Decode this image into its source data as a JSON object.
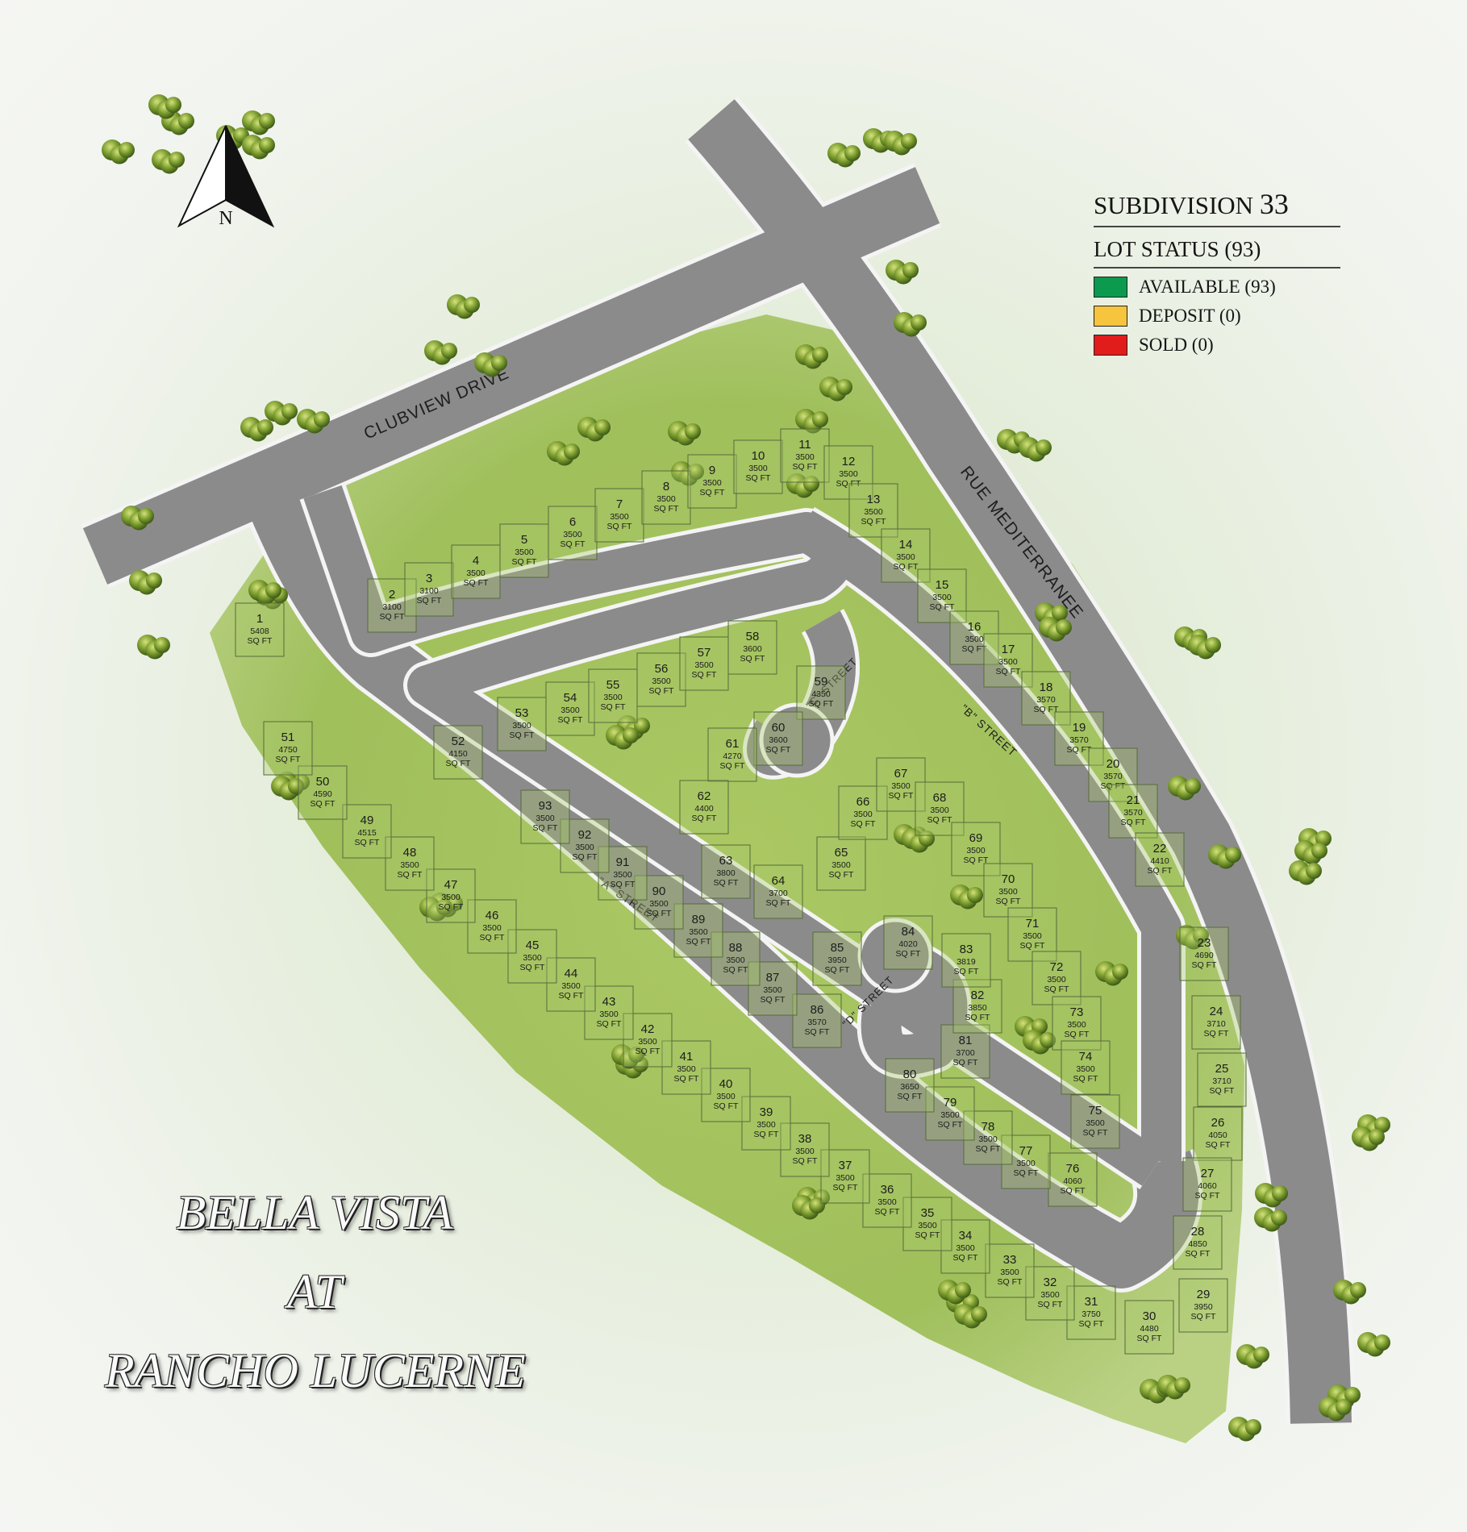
{
  "legend": {
    "subdivision_label": "SUBDIVISION",
    "subdivision_number": "33",
    "lot_status_label": "LOT STATUS",
    "lot_status_count": "(93)",
    "items": [
      {
        "label": "AVAILABLE (93)",
        "color": "#0c9a4e"
      },
      {
        "label": "DEPOSIT (0)",
        "color": "#f7c43d"
      },
      {
        "label": "SOLD (0)",
        "color": "#e21b1b"
      }
    ]
  },
  "project_name": {
    "line1": "BELLA VISTA",
    "line2": "AT",
    "line3": "RANCHO LUCERNE"
  },
  "compass": {
    "label": "N"
  },
  "streets": {
    "clubview": "CLUBVIEW DRIVE",
    "rue": "RUE MEDITERRANEE",
    "a": "\"A\" STREET",
    "b": "\"B\" STREET",
    "c": "\"C\" STREET",
    "d": "\"D\" STREET"
  },
  "area_unit": "SQ FT",
  "lots": [
    {
      "n": "1",
      "a": "5408"
    },
    {
      "n": "2",
      "a": "3100"
    },
    {
      "n": "3",
      "a": "3100"
    },
    {
      "n": "4",
      "a": "3500"
    },
    {
      "n": "5",
      "a": "3500"
    },
    {
      "n": "6",
      "a": "3500"
    },
    {
      "n": "7",
      "a": "3500"
    },
    {
      "n": "8",
      "a": "3500"
    },
    {
      "n": "9",
      "a": "3500"
    },
    {
      "n": "10",
      "a": "3500"
    },
    {
      "n": "11",
      "a": "3500"
    },
    {
      "n": "12",
      "a": "3500"
    },
    {
      "n": "13",
      "a": "3500"
    },
    {
      "n": "14",
      "a": "3500"
    },
    {
      "n": "15",
      "a": "3500"
    },
    {
      "n": "16",
      "a": "3500"
    },
    {
      "n": "17",
      "a": "3500"
    },
    {
      "n": "18",
      "a": "3570"
    },
    {
      "n": "19",
      "a": "3570"
    },
    {
      "n": "20",
      "a": "3570"
    },
    {
      "n": "21",
      "a": "3570"
    },
    {
      "n": "22",
      "a": "4410"
    },
    {
      "n": "23",
      "a": "4690"
    },
    {
      "n": "24",
      "a": "3710"
    },
    {
      "n": "25",
      "a": "3710"
    },
    {
      "n": "26",
      "a": "4050"
    },
    {
      "n": "27",
      "a": "4060"
    },
    {
      "n": "28",
      "a": "4850"
    },
    {
      "n": "29",
      "a": "3950"
    },
    {
      "n": "30",
      "a": "4480"
    },
    {
      "n": "31",
      "a": "3750"
    },
    {
      "n": "32",
      "a": "3500"
    },
    {
      "n": "33",
      "a": "3500"
    },
    {
      "n": "34",
      "a": "3500"
    },
    {
      "n": "35",
      "a": "3500"
    },
    {
      "n": "36",
      "a": "3500"
    },
    {
      "n": "37",
      "a": "3500"
    },
    {
      "n": "38",
      "a": "3500"
    },
    {
      "n": "39",
      "a": "3500"
    },
    {
      "n": "40",
      "a": "3500"
    },
    {
      "n": "41",
      "a": "3500"
    },
    {
      "n": "42",
      "a": "3500"
    },
    {
      "n": "43",
      "a": "3500"
    },
    {
      "n": "44",
      "a": "3500"
    },
    {
      "n": "45",
      "a": "3500"
    },
    {
      "n": "46",
      "a": "3500"
    },
    {
      "n": "47",
      "a": "3500"
    },
    {
      "n": "48",
      "a": "3500"
    },
    {
      "n": "49",
      "a": "4515"
    },
    {
      "n": "50",
      "a": "4590"
    },
    {
      "n": "51",
      "a": "4750"
    },
    {
      "n": "52",
      "a": "4150"
    },
    {
      "n": "53",
      "a": "3500"
    },
    {
      "n": "54",
      "a": "3500"
    },
    {
      "n": "55",
      "a": "3500"
    },
    {
      "n": "56",
      "a": "3500"
    },
    {
      "n": "57",
      "a": "3500"
    },
    {
      "n": "58",
      "a": "3600"
    },
    {
      "n": "59",
      "a": "4350"
    },
    {
      "n": "60",
      "a": "3600"
    },
    {
      "n": "61",
      "a": "4270"
    },
    {
      "n": "62",
      "a": "4400"
    },
    {
      "n": "63",
      "a": "3800"
    },
    {
      "n": "64",
      "a": "3700"
    },
    {
      "n": "65",
      "a": "3500"
    },
    {
      "n": "66",
      "a": "3500"
    },
    {
      "n": "67",
      "a": "3500"
    },
    {
      "n": "68",
      "a": "3500"
    },
    {
      "n": "69",
      "a": "3500"
    },
    {
      "n": "70",
      "a": "3500"
    },
    {
      "n": "71",
      "a": "3500"
    },
    {
      "n": "72",
      "a": "3500"
    },
    {
      "n": "73",
      "a": "3500"
    },
    {
      "n": "74",
      "a": "3500"
    },
    {
      "n": "75",
      "a": "3500"
    },
    {
      "n": "76",
      "a": "4060"
    },
    {
      "n": "77",
      "a": "3500"
    },
    {
      "n": "78",
      "a": "3500"
    },
    {
      "n": "79",
      "a": "3500"
    },
    {
      "n": "80",
      "a": "3650"
    },
    {
      "n": "81",
      "a": "3700"
    },
    {
      "n": "82",
      "a": "3850"
    },
    {
      "n": "83",
      "a": "3819"
    },
    {
      "n": "84",
      "a": "4020"
    },
    {
      "n": "85",
      "a": "3950"
    },
    {
      "n": "86",
      "a": "3570"
    },
    {
      "n": "87",
      "a": "3500"
    },
    {
      "n": "88",
      "a": "3500"
    },
    {
      "n": "89",
      "a": "3500"
    },
    {
      "n": "90",
      "a": "3500"
    },
    {
      "n": "91",
      "a": "3500"
    },
    {
      "n": "92",
      "a": "3500"
    },
    {
      "n": "93",
      "a": "3500"
    }
  ]
}
